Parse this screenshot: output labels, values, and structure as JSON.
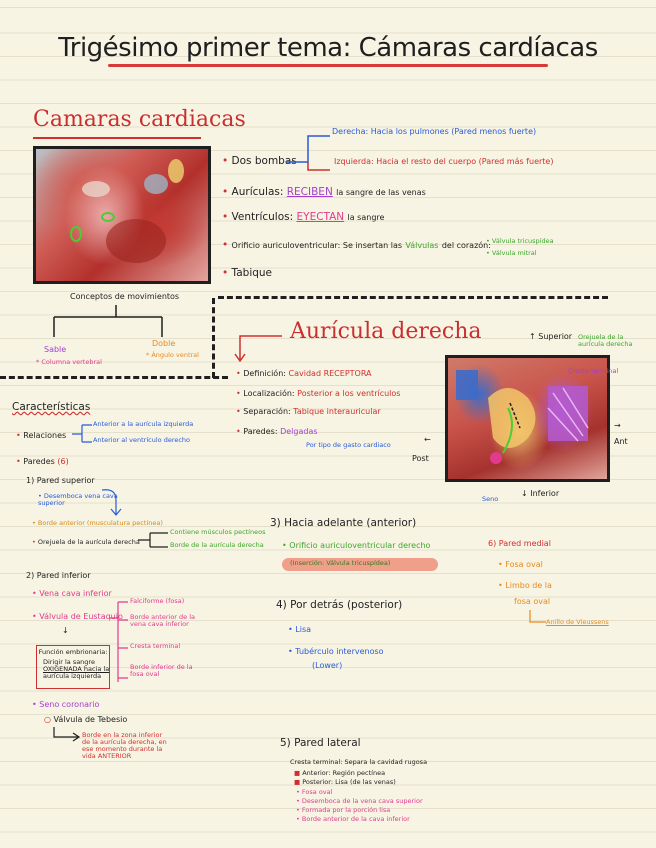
{
  "title": "Trigésimo primer tema: Cámaras cardíacas",
  "camaras": {
    "heading": "Camaras cardiacas",
    "dos_bombas": "Dos bombas",
    "derecha": "Derecha: Hacia los pulmones (Pared menos fuerte)",
    "izquierda": "Izquierda: Hacia el resto del cuerpo (Pared más fuerte)",
    "auriculas": "Aurículas:",
    "reciben": "RECIBEN",
    "auriculas_rest": "la sangre de las venas",
    "ventriculos": "Ventrículos:",
    "eyectan": "EYECTAN",
    "ventriculos_rest": "la sangre",
    "orificio": "Orificio auriculoventricular: Se insertan las",
    "valvulas": "Válvulas",
    "orificio_rest": "del corazón:",
    "tricuspidea": "• Válvula tricuspídea",
    "mitral": "• Válvula mitral",
    "tabique": "Tabique",
    "conceptos": "Conceptos de movimientos",
    "sable": "Sable",
    "sable_sub": "* Columna vertebral",
    "doble": "Doble",
    "doble_sub": "* Ángulo ventral"
  },
  "auricula": {
    "heading": "Aurícula derecha",
    "definicion_label": "Definición:",
    "definicion": "Cavidad RECEPTORA",
    "localizacion_label": "Localización:",
    "localizacion": "Posterior a los ventrículos",
    "separacion_label": "Separación:",
    "separacion": "Tabique interauricular",
    "paredes_label": "Paredes:",
    "paredes": "Delgadas",
    "paredes_sub": "Por tipo de gasto cardiaco",
    "superior": "Superior",
    "inferior": "Inferior",
    "post": "Post",
    "ant": "Ant",
    "orejuela": "Orejuela de la aurícula derecha",
    "cresta": "Cresta terminal",
    "seno": "Seno"
  },
  "caracteristicas": {
    "heading": "Características",
    "relaciones": "Relaciones",
    "rel_1": "Anterior a la aurícula izquierda",
    "rel_2": "Anterior al ventrículo derecho",
    "paredes": "Paredes",
    "paredes_n": "(6)",
    "p1": "1) Pared superior",
    "p1_a": "Desemboca vena cava superior",
    "p1_b": "Borde anterior (musculatura pectínea)",
    "p1_b2": "Orejuela de la aurícula derecha",
    "p1_c1": "Contiene músculos pectíneos",
    "p1_c2": "Borde de la aurícula derecha",
    "p2": "2) Pared inferior",
    "p2_a": "Vena cava inferior",
    "p2_b": "Válvula de Eustaquio",
    "p2_fals": "Falciforme (fosa)",
    "p2_borde": "Borde anterior de la vena cava inferior",
    "p2_cresta": "Cresta terminal",
    "p2_inf": "Borde inferior de la fosa oval",
    "box_title": "Función embrionaria:",
    "box_1": "Dirigir la sangre",
    "box_2": "OXIGENADA hacia la",
    "box_3": "aurícula izquierda",
    "seno": "Seno coronario",
    "thebesio": "Válvula de Tebesio",
    "thebesio_sub": "Borde en la zona inferior de la aurícula derecha, en ese momento durante la vida ANTERIOR",
    "p3": "3) Hacia adelante (anterior)",
    "p3_a": "Orificio auriculoventricular derecho",
    "p3_b": "(Inserción: Válvula tricuspídea)",
    "p4": "4) Por detrás (posterior)",
    "p4_a": "Lisa",
    "p4_b": "Tubérculo intervenoso",
    "p4_c": "(Lower)",
    "p5": "5) Pared lateral",
    "p5_a": "Cresta terminal: Separa la cavidad rugosa",
    "p5_l1": "Anterior: Región pectínea",
    "p5_l2": "Posterior: Lisa (de las venas)",
    "p5_l3": "• Fosa oval",
    "p5_l4": "• Desemboca de la vena cava superior",
    "p5_l5": "• Formada por la porción lisa",
    "p5_l6": "• Borde anterior de la cava inferior",
    "p6": "6) Pared medial",
    "p6_a": "Fosa oval",
    "p6_b": "Limbo de la",
    "p6_c": "fosa oval",
    "p6_d": "Anillo de Vieussens"
  }
}
